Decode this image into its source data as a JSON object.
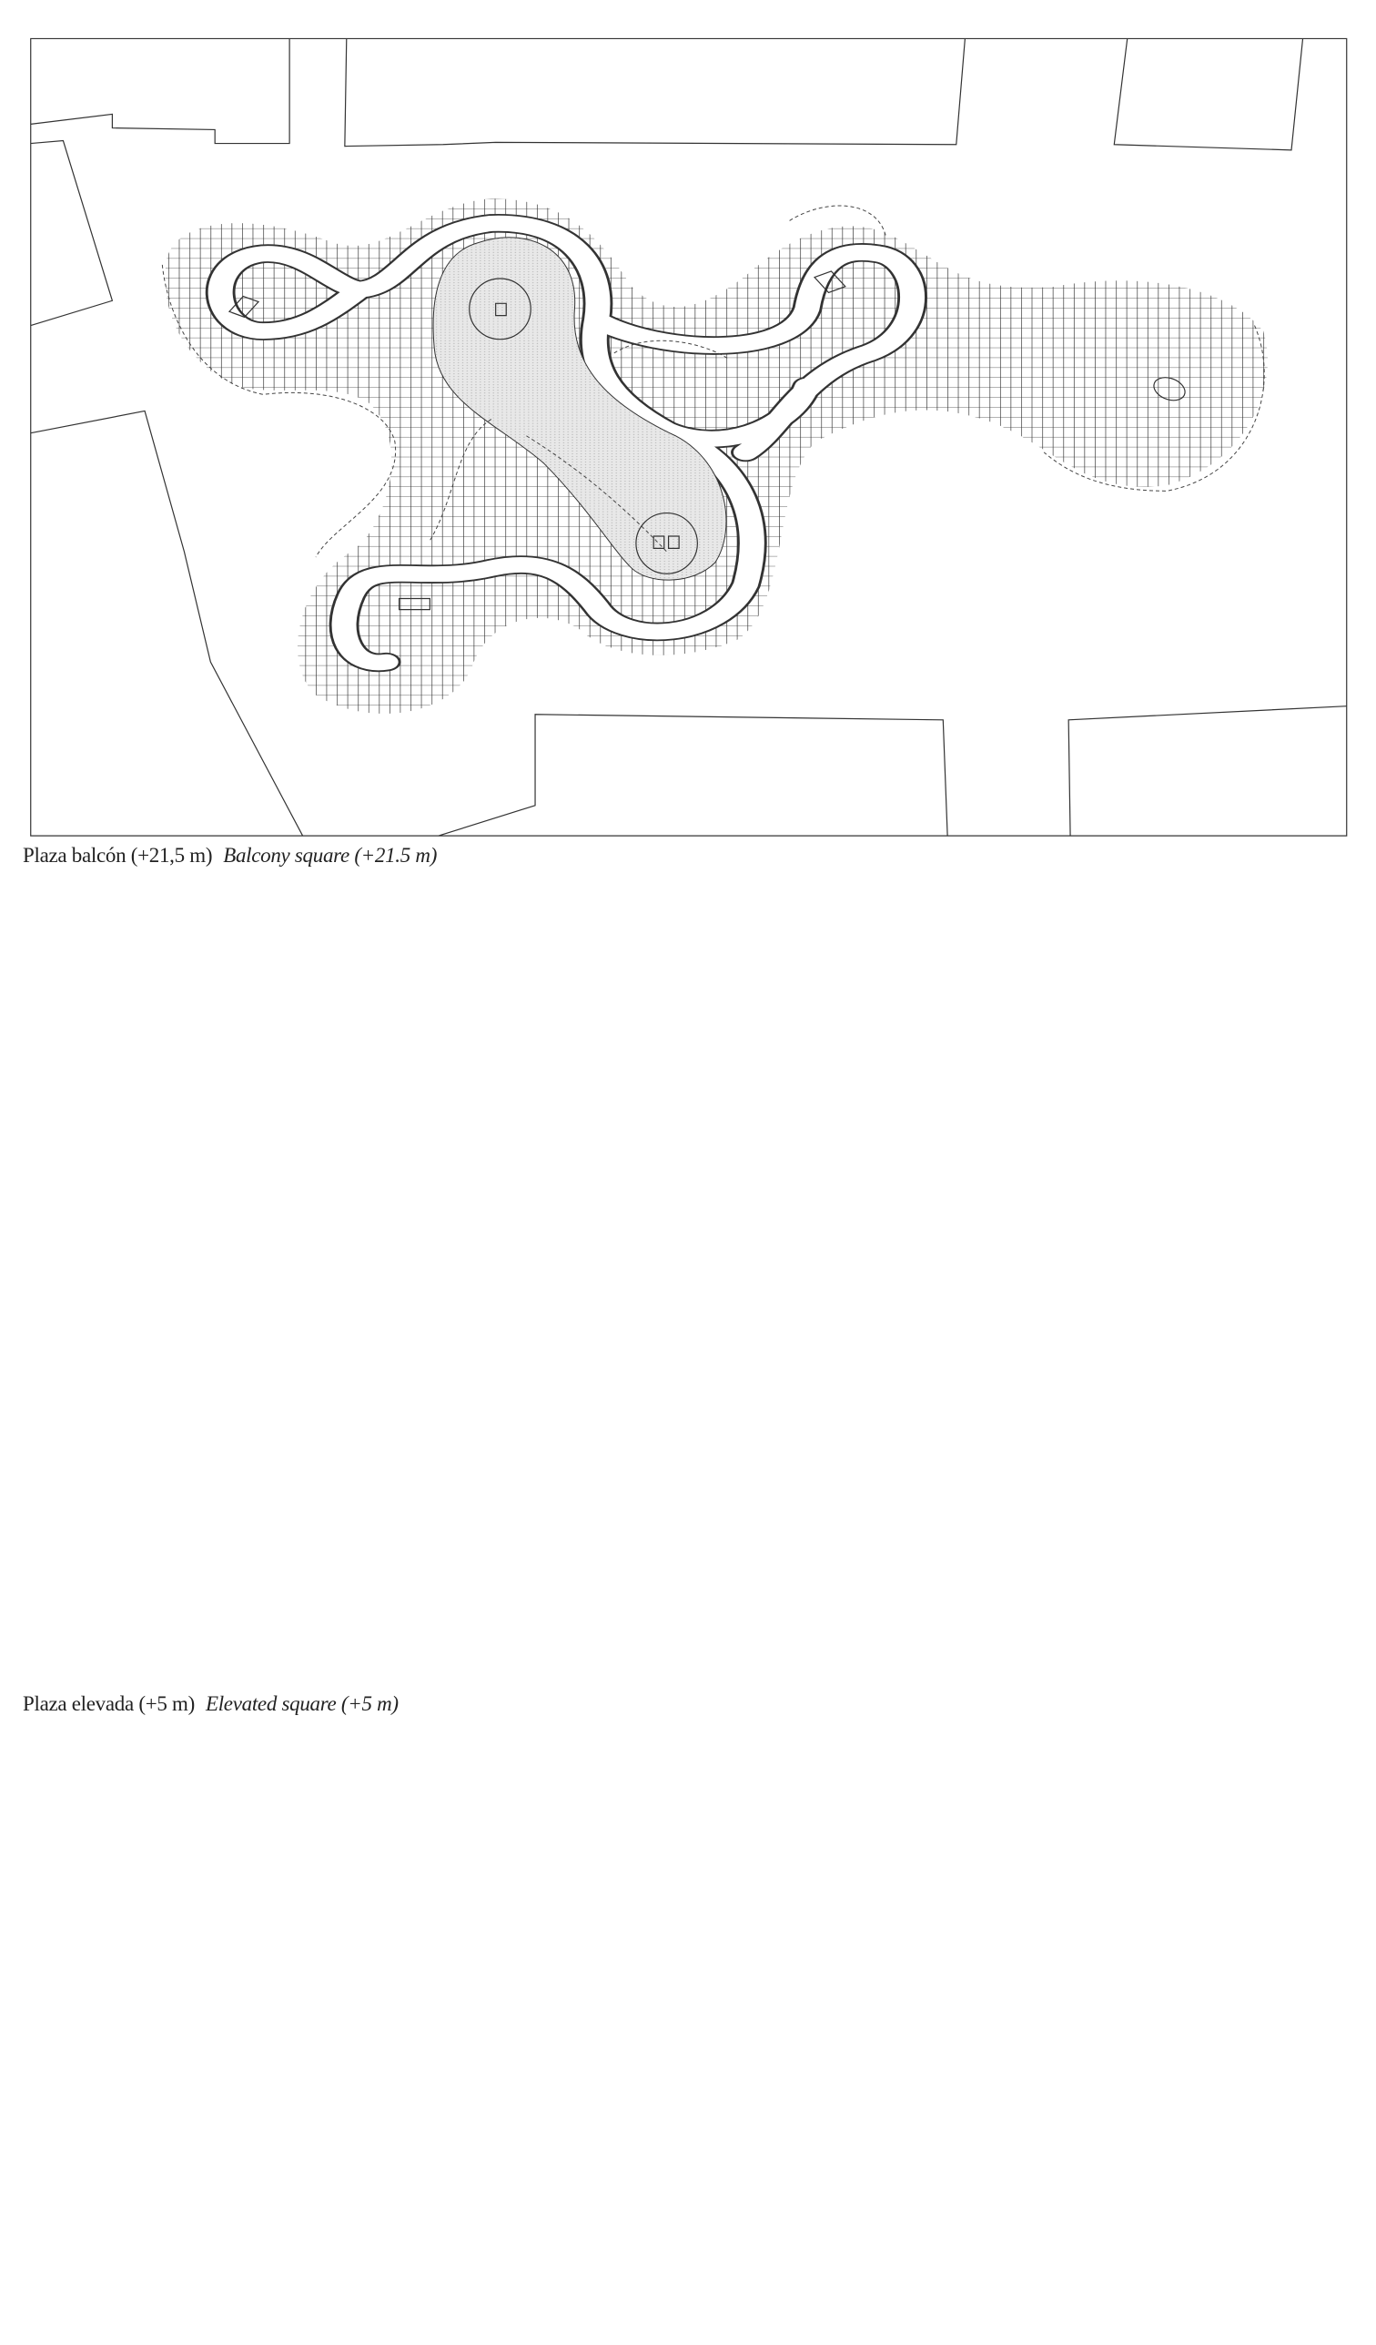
{
  "captions": {
    "balcony": {
      "es": "Plaza balcón (+21,5 m)",
      "en": "Balcony square (+21.5 m)"
    },
    "elevated": {
      "es": "Plaza elevada (+5 m)",
      "en": "Elevated square (+5 m)"
    }
  },
  "colors": {
    "wood": "#e8d5ad",
    "structure_brown": "#7d6a43",
    "ground_gray": "#b3b3b3",
    "tree_green": "#a9ad8a"
  }
}
